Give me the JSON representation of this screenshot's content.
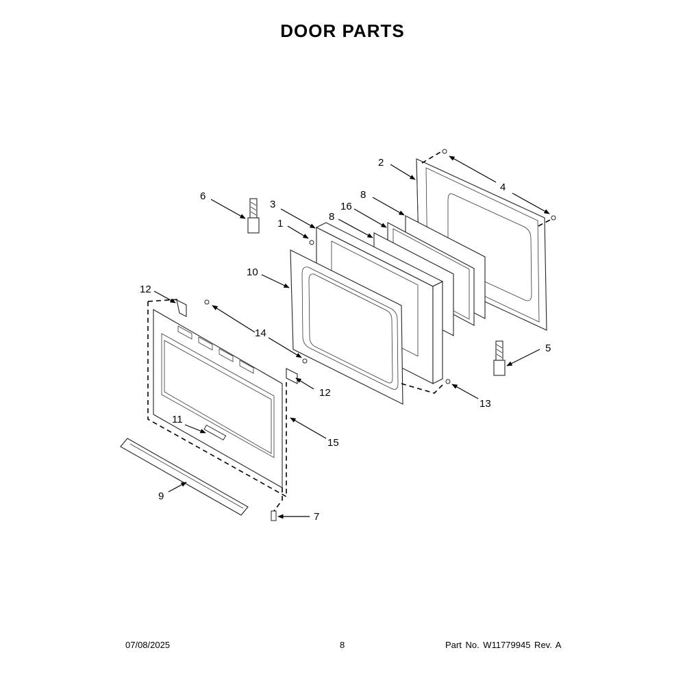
{
  "title": "DOOR PARTS",
  "footer": {
    "date": "07/08/2025",
    "page": "8",
    "part_info": "Part No.  W11779945  Rev.  A"
  },
  "callouts": {
    "c1": "1",
    "c2": "2",
    "c3": "3",
    "c4": "4",
    "c5": "5",
    "c6": "6",
    "c7": "7",
    "c8a": "8",
    "c8b": "8",
    "c9": "9",
    "c10": "10",
    "c11": "11",
    "c12a": "12",
    "c12b": "12",
    "c13": "13",
    "c14": "14",
    "c15": "15",
    "c16": "16"
  }
}
